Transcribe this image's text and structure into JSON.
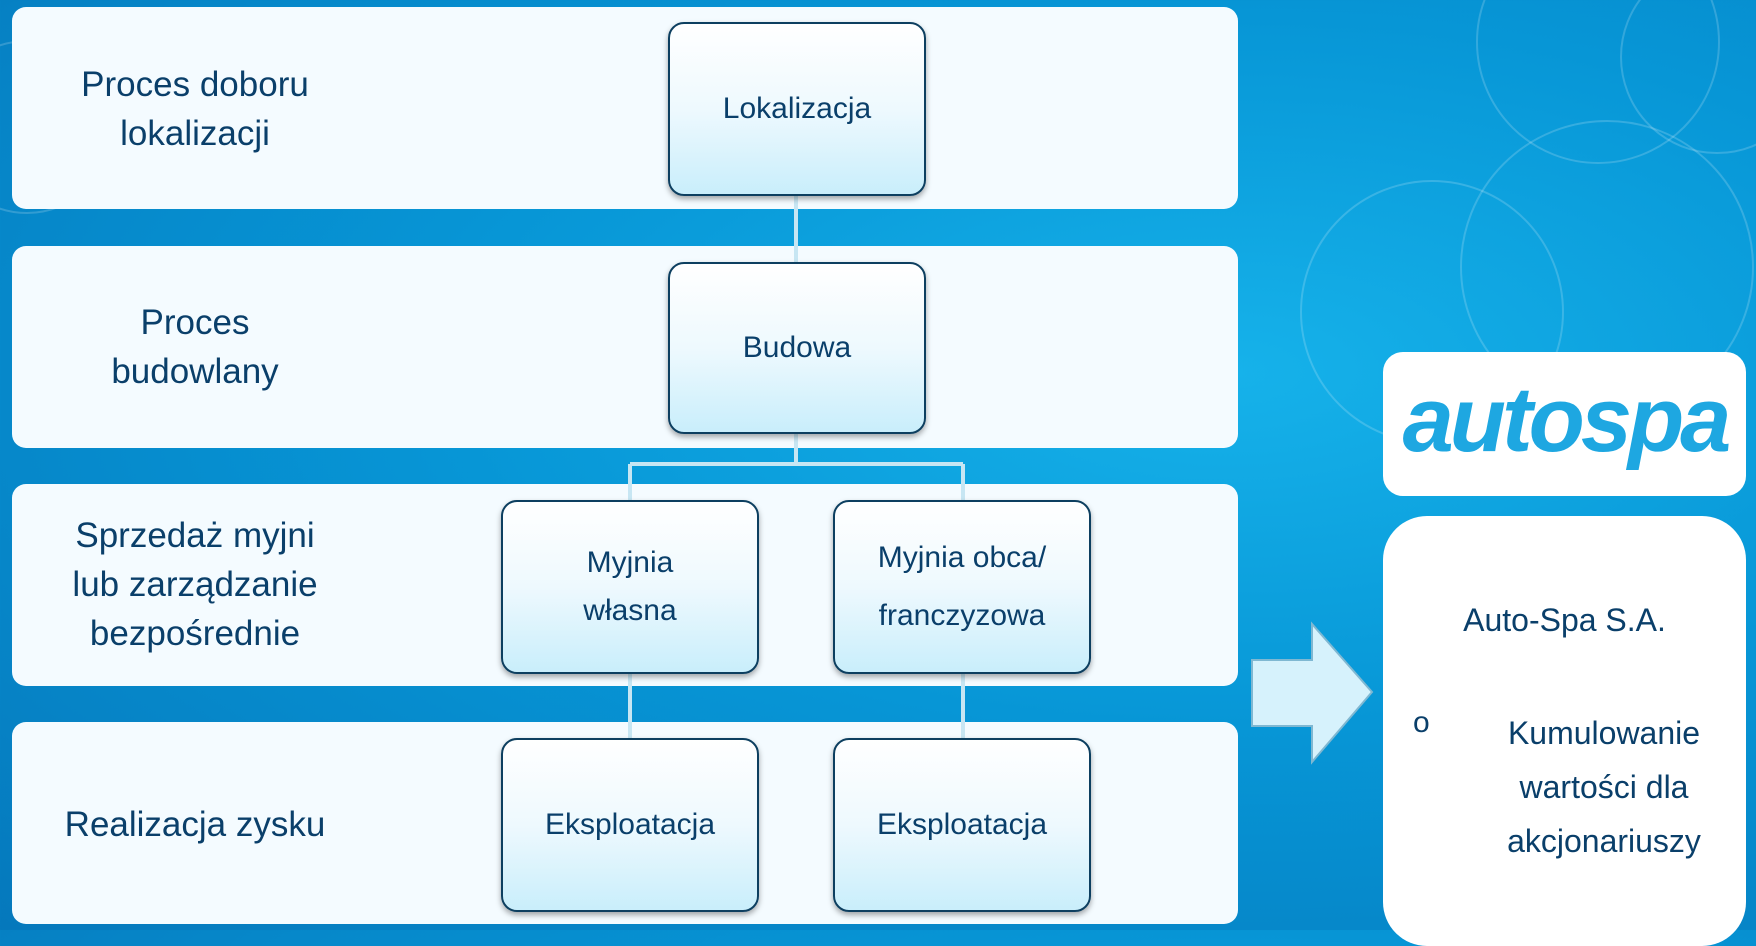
{
  "bands": [
    {
      "label_lines": [
        "Proces doboru",
        "lokalizacji"
      ]
    },
    {
      "label_lines": [
        "Proces",
        "budowlany"
      ]
    },
    {
      "label_lines": [
        "Sprzedaż myjni",
        "lub zarządzanie",
        "bezpośrednie"
      ]
    },
    {
      "label_lines": [
        "Realizacja zysku"
      ]
    }
  ],
  "nodes": {
    "lokalizacja": [
      "Lokalizacja"
    ],
    "budowa": [
      "Budowa"
    ],
    "myjnia_wlasna": [
      "Myjnia",
      "własna"
    ],
    "myjnia_obca": [
      "Myjnia obca/",
      "franczyzowa"
    ],
    "eksploatacja_left": [
      "Eksploatacja"
    ],
    "eksploatacja_right": [
      "Eksploatacja"
    ]
  },
  "logo": {
    "text": "autospa",
    "color": "#1ea7e1"
  },
  "company": {
    "name": "Auto-Spa S.A.",
    "bullet": "o",
    "bullet_lines": [
      "Kumulowanie",
      "wartości dla",
      "akcjonariuszy"
    ]
  },
  "colors": {
    "background": "#0796d6",
    "band": "#f4fbff",
    "node_border": "#0d3f60",
    "text": "#0a3f6a",
    "connector": "#c7e6f3",
    "arrow_fill": "#d6f2fc"
  }
}
